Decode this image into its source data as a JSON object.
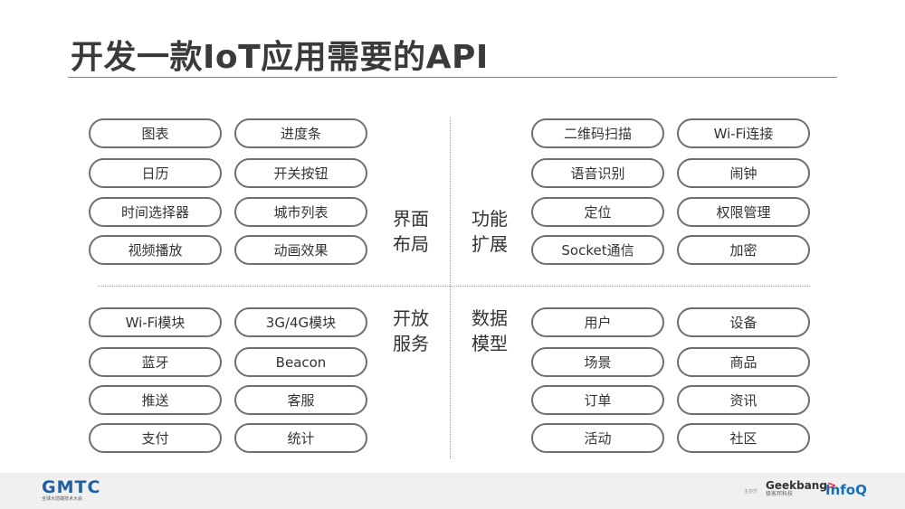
{
  "slide": {
    "title": "开发一款IoT应用需要的API"
  },
  "quadrants": {
    "ui_layout": {
      "label_line1": "界面",
      "label_line2": "布局",
      "items": [
        "图表",
        "进度条",
        "日历",
        "开关按钮",
        "时间选择器",
        "城市列表",
        "视频播放",
        "动画效果"
      ]
    },
    "extensions": {
      "label_line1": "功能",
      "label_line2": "扩展",
      "items": [
        "二维码扫描",
        "Wi-Fi连接",
        "语音识别",
        "闹钟",
        "定位",
        "权限管理",
        "Socket通信",
        "加密"
      ]
    },
    "open_services": {
      "label_line1": "开放",
      "label_line2": "服务",
      "items": [
        "Wi-Fi模块",
        "3G/4G模块",
        "蓝牙",
        "Beacon",
        "推送",
        "客服",
        "支付",
        "统计"
      ]
    },
    "data_models": {
      "label_line1": "数据",
      "label_line2": "模型",
      "items": [
        "用户",
        "设备",
        "场景",
        "商品",
        "订单",
        "资讯",
        "活动",
        "社区"
      ]
    }
  },
  "footer": {
    "gmtc_logo": "GMTC",
    "gmtc_subtitle": "全球大前端技术大会",
    "sponsor_prefix": "主办方",
    "geekbang_name": "Geekbang",
    "geekbang_arrow": ">",
    "geekbang_subtitle": "极客邦科技",
    "infoq_name": "InfoQ"
  }
}
